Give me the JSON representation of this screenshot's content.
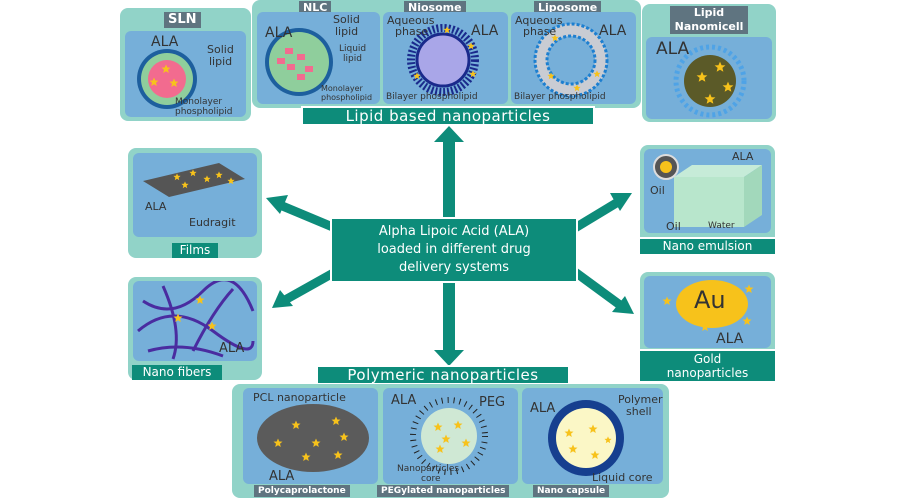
{
  "center": {
    "line1": "Alpha Lipoic Acid (ALA)",
    "line2": "loaded in different drug",
    "line3": "delivery systems"
  },
  "lipid": {
    "banner": "Lipid based nanoparticles",
    "sln": {
      "tag": "SLN",
      "ala": "ALA",
      "solid": "Solid",
      "lipid": "lipid",
      "mono1": "Monolayer",
      "mono2": "phospholipid"
    },
    "nlc": {
      "tag": "NLC",
      "ala": "ALA",
      "solid": "Solid",
      "lipid": "lipid",
      "liquid": "Liquid",
      "liquid2": "lipid",
      "mono1": "Monolayer",
      "mono2": "phospholipid"
    },
    "niosome": {
      "tag": "Niosome",
      "aq1": "Aqueous",
      "aq2": "phase",
      "ala": "ALA",
      "bilayer": "Bilayer phospholipid"
    },
    "liposome": {
      "tag": "Liposome",
      "aq1": "Aqueous",
      "aq2": "phase",
      "ala": "ALA",
      "bilayer": "Bilayer phospholipid"
    },
    "micell": {
      "tag1": "Lipid",
      "tag2": "Nanomicell",
      "ala": "ALA"
    }
  },
  "films": {
    "label": "Films",
    "ala": "ALA",
    "eudragit": "Eudragit"
  },
  "fibers": {
    "label": "Nano fibers",
    "ala": "ALA"
  },
  "emulsion": {
    "label": "Nano emulsion",
    "ala": "ALA",
    "oil1": "Oil",
    "oil2": "Oil",
    "water": "Water"
  },
  "gold": {
    "label1": "Gold",
    "label2": "nanoparticles",
    "au": "Au",
    "ala": "ALA"
  },
  "polymeric": {
    "banner": "Polymeric nanoparticles",
    "pcl": {
      "tag": "Polycaprolactone",
      "title": "PCL nanoparticle",
      "ala": "ALA"
    },
    "peg": {
      "tag": "PEGylated nanoparticles",
      "ala": "ALA",
      "peg": "PEG",
      "core1": "Nanoparticles",
      "core2": "core"
    },
    "capsule": {
      "tag": "Nano capsule",
      "ala": "ALA",
      "shell1": "Polymer",
      "shell2": "shell",
      "core": "Liquid core"
    }
  },
  "colors": {
    "teal": "#0d8c7a",
    "outer": "#91d3c8",
    "panel": "#76afd9",
    "star": "#f7c21b"
  }
}
